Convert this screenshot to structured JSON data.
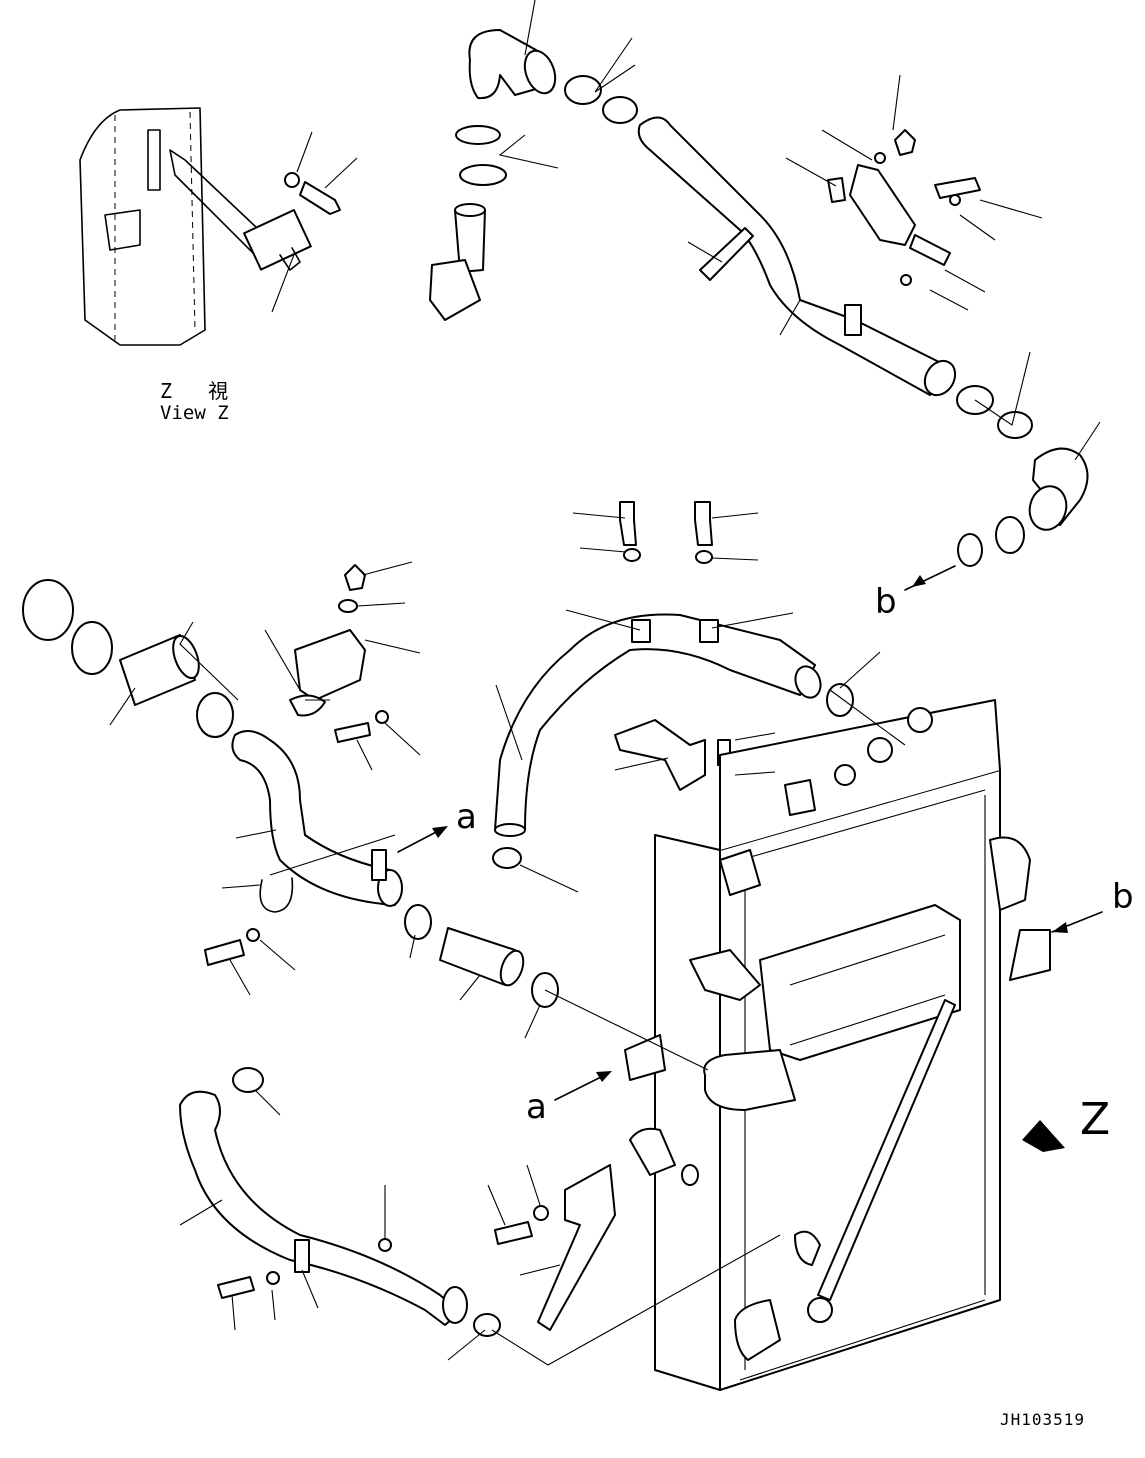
{
  "view": {
    "jp": "Z 視",
    "en": "View Z"
  },
  "refs": {
    "a_upper": "a",
    "a_lower": "a",
    "b_upper": "b",
    "b_lower": "b",
    "z": "Z"
  },
  "drawing_code": "JH103519"
}
